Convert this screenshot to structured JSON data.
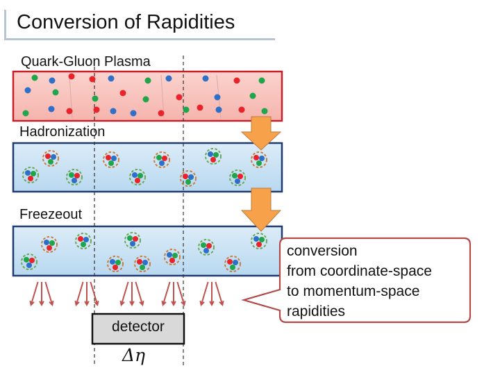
{
  "slide": {
    "title": "Conversion of Rapidities"
  },
  "stages": {
    "qgp_label": "Quark-Gluon Plasma",
    "hadronization_label": "Hadronization",
    "freezeout_label": "Freezeout"
  },
  "callout": {
    "lines": [
      "conversion",
      "from coordinate-space",
      "to momentum-space",
      "rapidities"
    ]
  },
  "detector": {
    "label": "detector",
    "bin_symbol": "Δη"
  },
  "colors": {
    "quark_red": "#e8232a",
    "quark_blue": "#2e6fc8",
    "quark_green": "#1fa64a",
    "qgp_fill": "#f8c3bd",
    "qgp_border": "#c8202a",
    "hadron_fill": "#c9e3f5",
    "hadron_border": "#1f3a6e",
    "arrow_orange": "#f7a24a",
    "momentum_arrow": "#c0504d"
  }
}
